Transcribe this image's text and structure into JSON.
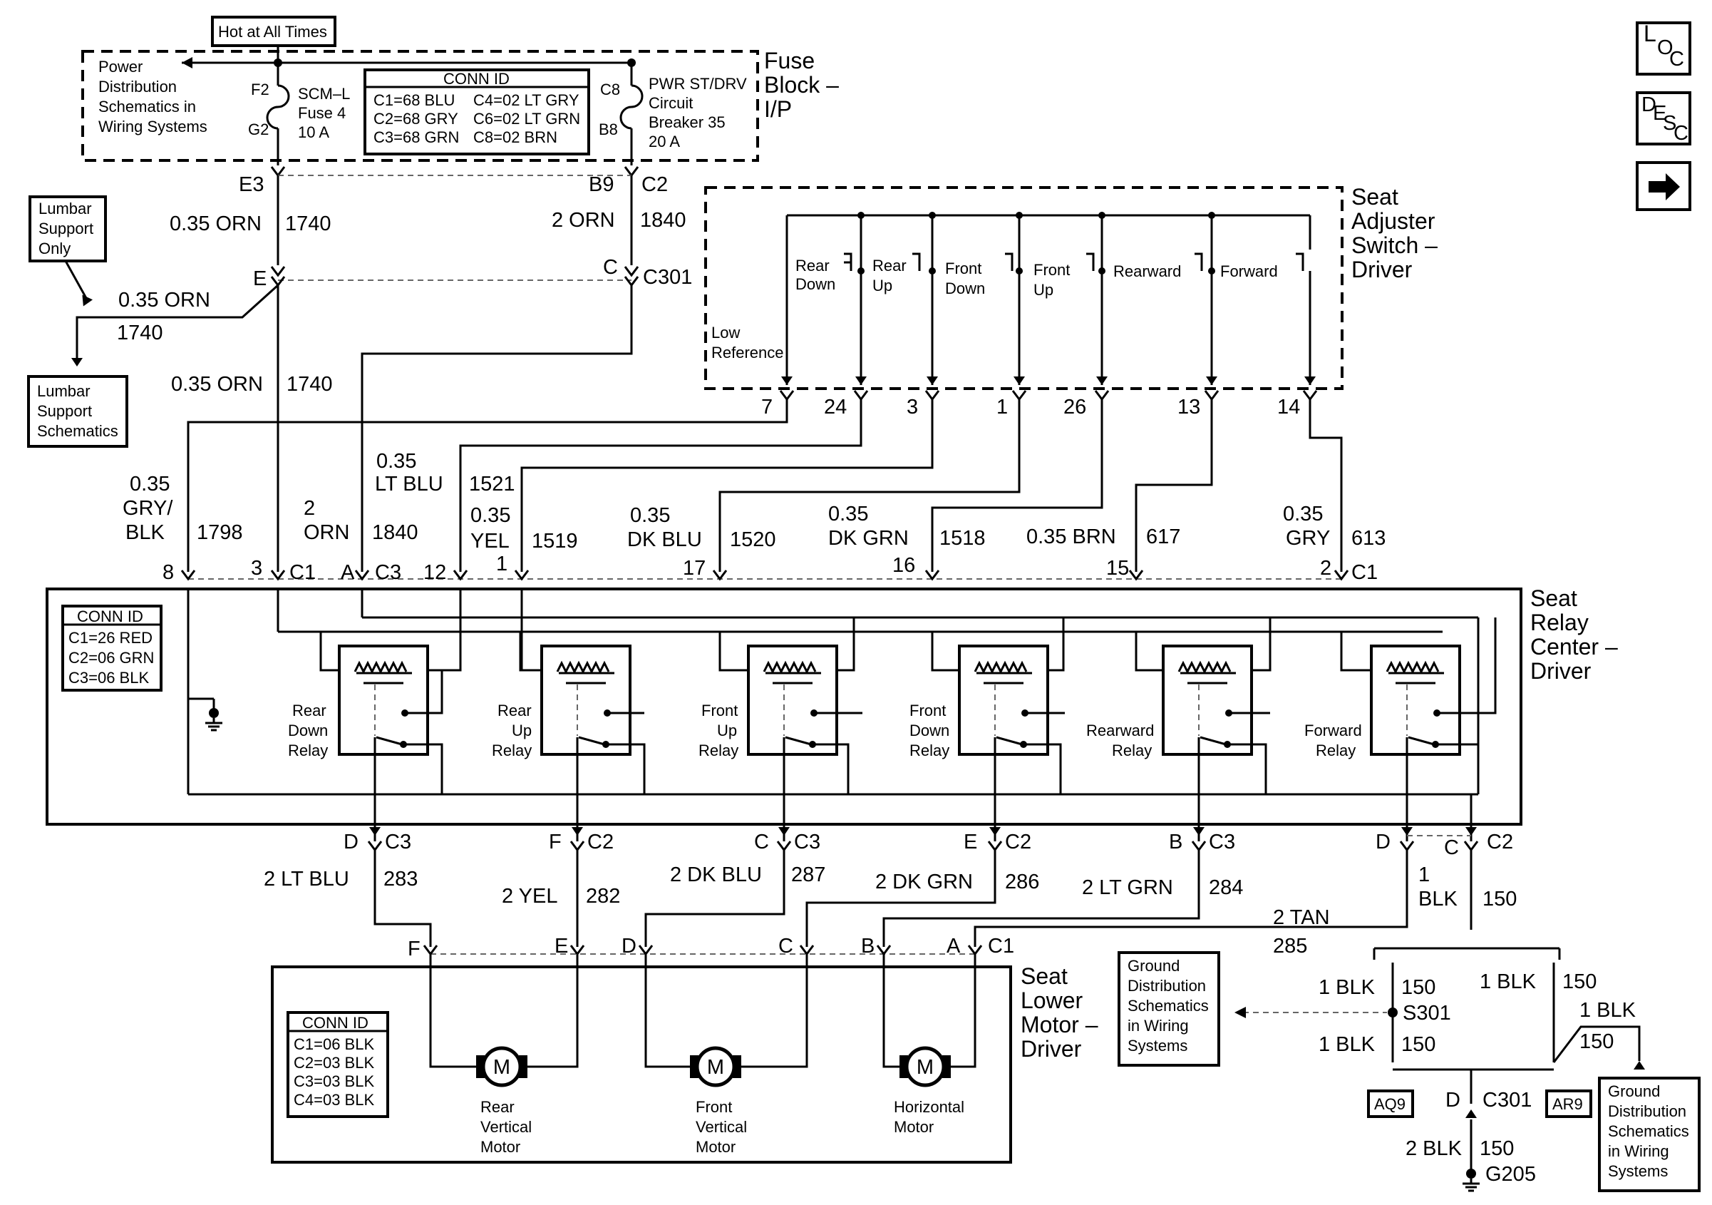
{
  "nav": {
    "loc": {
      "a": "L",
      "b": "O",
      "c": "C"
    },
    "desc": {
      "a": "D",
      "b": "E",
      "c": "S",
      "d": "C"
    },
    "next_arrow": "➡"
  },
  "top": {
    "hot_label": "Hot at All Times",
    "power_dist": [
      "Power",
      "Distribution",
      "Schematics in",
      "Wiring Systems"
    ],
    "f2": "F2",
    "g2": "G2",
    "fuse": [
      "SCM–L",
      "Fuse 4",
      "10 A"
    ],
    "conn_title": "CONN ID",
    "conn_rows": [
      [
        "C1=68 BLU",
        "C4=02 LT GRY"
      ],
      [
        "C2=68 GRY",
        "C6=02 LT GRN"
      ],
      [
        "C3=68 GRN",
        "C8=02 BRN"
      ]
    ],
    "c8": "C8",
    "b8": "B8",
    "breaker": [
      "PWR ST/DRV",
      "Circuit",
      "Breaker 35",
      "20 A"
    ],
    "fuse_block": [
      "Fuse",
      "Block –",
      "I/P"
    ]
  },
  "feed": {
    "e3": "E3",
    "b9": "B9",
    "c2": "C2",
    "w1_size": "0.35 ORN",
    "w1_num": "1740",
    "w2_size": "2 ORN",
    "w2_num": "1840",
    "e": "E",
    "c": "C",
    "c301": "C301",
    "lumbar_only": [
      "Lumbar",
      "Support",
      "Only"
    ],
    "branch_size": "0.35 ORN",
    "branch_num": "1740",
    "lumbar_sch": [
      "Lumbar",
      "Support",
      "Schematics"
    ],
    "w3_size": "0.35 ORN",
    "w3_num": "1740"
  },
  "switch": {
    "title": [
      "Seat",
      "Adjuster",
      "Switch –",
      "Driver"
    ],
    "low_ref": [
      "Low",
      "Reference"
    ],
    "contacts": [
      [
        "Rear",
        "Down"
      ],
      [
        "Rear",
        "Up"
      ],
      [
        "Front",
        "Down"
      ],
      [
        "Front",
        "Up"
      ],
      [
        "Rearward"
      ],
      [
        "Forward"
      ]
    ],
    "pins": [
      "7",
      "24",
      "3",
      "1",
      "26",
      "13",
      "14"
    ]
  },
  "mid": {
    "wires": [
      {
        "size": [
          "0.35",
          "GRY/",
          "BLK"
        ],
        "num": "1798"
      },
      {
        "size": [
          "2",
          "ORN"
        ],
        "num": "1840"
      },
      {
        "size": [
          "0.35",
          "LT BLU"
        ],
        "num": "1521"
      },
      {
        "size": [
          "0.35",
          "YEL"
        ],
        "num": "1519"
      },
      {
        "size": [
          "0.35",
          "DK BLU"
        ],
        "num": "1520"
      },
      {
        "size": [
          "0.35",
          "DK GRN"
        ],
        "num": "1518"
      },
      {
        "size": [
          "0.35 BRN"
        ],
        "num": "617"
      },
      {
        "size": [
          "0.35",
          "GRY"
        ],
        "num": "613"
      }
    ],
    "pins": [
      "8",
      "3",
      "C1",
      "A",
      "C3",
      "12",
      "1",
      "17",
      "16",
      "15",
      "2",
      "C1"
    ]
  },
  "relay_center": {
    "title": [
      "Seat",
      "Relay",
      "Center –",
      "Driver"
    ],
    "conn_title": "CONN ID",
    "conn_rows": [
      "C1=26 RED",
      "C2=06 GRN",
      "C3=06 BLK"
    ],
    "relays": [
      [
        "Rear",
        "Down",
        "Relay"
      ],
      [
        "Rear",
        "Up",
        "Relay"
      ],
      [
        "Front",
        "Up",
        "Relay"
      ],
      [
        "Front",
        "Down",
        "Relay"
      ],
      [
        "Rearward",
        "Relay"
      ],
      [
        "Forward",
        "Relay"
      ]
    ]
  },
  "lower": {
    "conns": [
      {
        "pin": "D",
        "conn": "C3",
        "size": "2  LT BLU",
        "num": "283"
      },
      {
        "pin": "F",
        "conn": "C2",
        "size": "2  YEL",
        "num": "282"
      },
      {
        "pin": "C",
        "conn": "C3",
        "size": "2  DK BLU",
        "num": "287"
      },
      {
        "pin": "E",
        "conn": "C2",
        "size": "2  DK GRN",
        "num": "286"
      },
      {
        "pin": "B",
        "conn": "C3",
        "size": "2  LT GRN",
        "num": "284"
      }
    ],
    "d": "D",
    "c": "C",
    "c2": "C2",
    "tan_size": "2 TAN",
    "tan_num": "285",
    "blk_size": [
      "1",
      "BLK"
    ],
    "blk_num": "150",
    "motor_pins": [
      "F",
      "E",
      "D",
      "C",
      "B",
      "A"
    ],
    "motor_conn": "C1"
  },
  "motor": {
    "title": [
      "Seat",
      "Lower",
      "Motor –",
      "Driver"
    ],
    "conn_title": "CONN ID",
    "conn_rows": [
      "C1=06 BLK",
      "C2=03 BLK",
      "C3=03 BLK",
      "C4=03 BLK"
    ],
    "motor_symbol": "M",
    "motors": [
      [
        "Rear",
        "Vertical",
        "Motor"
      ],
      [
        "Front",
        "Vertical",
        "Motor"
      ],
      [
        "Horizontal",
        "Motor"
      ]
    ]
  },
  "ground": {
    "gds1": [
      "Ground",
      "Distribution",
      "Schematics",
      "in Wiring",
      "Systems"
    ],
    "gds2": [
      "Ground",
      "Distribution",
      "Schematics",
      "in Wiring",
      "Systems"
    ],
    "s301": "S301",
    "w_a": {
      "size": "1 BLK",
      "num": "150"
    },
    "w_b": {
      "size": "1 BLK",
      "num": "150"
    },
    "w_c": {
      "size": "1 BLK",
      "num": "150"
    },
    "w_d": {
      "size": "1 BLK",
      "num": "150"
    },
    "aq9": "AQ9",
    "ar9": "AR9",
    "d": "D",
    "c301": "C301",
    "w_e": {
      "size": "2 BLK",
      "num": "150"
    },
    "g205": "G205"
  }
}
